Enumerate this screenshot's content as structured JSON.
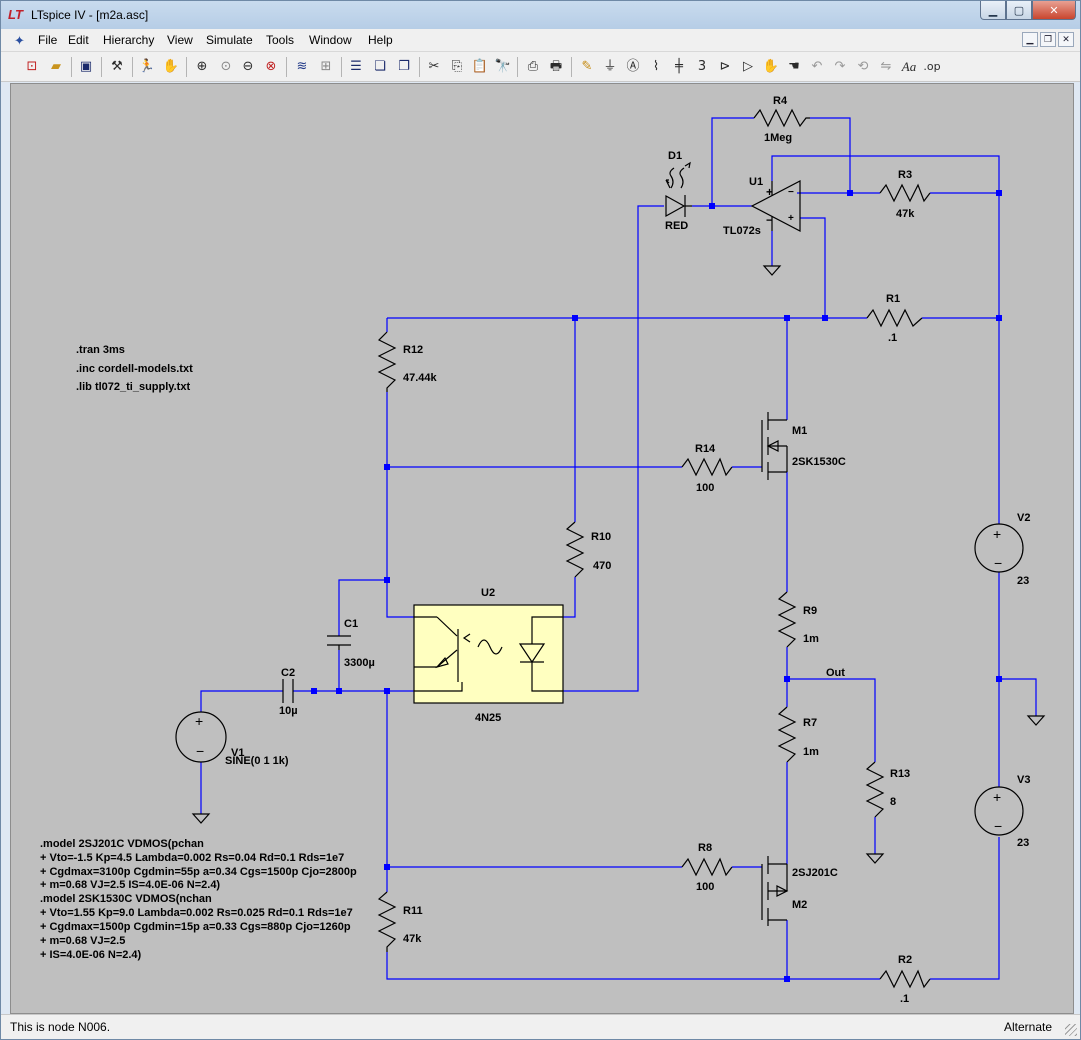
{
  "window": {
    "title": "LTspice IV - [m2a.asc]"
  },
  "menu": [
    {
      "label": "File"
    },
    {
      "label": "Edit"
    },
    {
      "label": "Hierarchy"
    },
    {
      "label": "View"
    },
    {
      "label": "Simulate"
    },
    {
      "label": "Tools"
    },
    {
      "label": "Window"
    },
    {
      "label": "Help"
    }
  ],
  "toolbar": {
    "groups": [
      [
        "new-schematic-icon",
        "open-folder-icon"
      ],
      [
        "save-icon"
      ],
      [
        "control-panel-icon",
        "run-icon",
        "halt-icon"
      ],
      [
        "zoom-in-icon",
        "pan-icon",
        "zoom-out-icon",
        "zoom-cancel-icon"
      ],
      [
        "waveform-autorange-icon",
        "waveform-delete-icon"
      ],
      [
        "tile-vertical-icon",
        "cascade-icon",
        "close-windows-icon"
      ],
      [
        "cut-icon",
        "copy-icon",
        "paste-icon",
        "find-icon"
      ],
      [
        "print-preview-icon",
        "print-icon"
      ],
      [
        "draw-wire-icon",
        "ground-icon",
        "label-net-icon",
        "resistor-icon",
        "capacitor-icon",
        "inductor-icon",
        "diode-icon",
        "component-icon",
        "move-icon",
        "drag-icon",
        "undo-icon",
        "redo-icon",
        "rotate-icon",
        "mirror-icon",
        "text-icon",
        "spice-directive-icon"
      ]
    ],
    "text_label": "Aa",
    "op_label": ".op"
  },
  "schematic": {
    "directives": [
      ".tran 3ms",
      ".inc cordell-models.txt",
      ".lib tl072_ti_supply.txt"
    ],
    "model_lines": [
      ".model 2SJ201C VDMOS(pchan",
      "+ Vto=-1.5 Kp=4.5 Lambda=0.002 Rs=0.04 Rd=0.1 Rds=1e7",
      "+ Cgdmax=3100p Cgdmin=55p a=0.34 Cgs=1500p Cjo=2800p",
      "+ m=0.68 VJ=2.5 IS=4.0E-06 N=2.4)",
      ".model 2SK1530C VDMOS(nchan",
      "+ Vto=1.55 Kp=9.0 Lambda=0.002 Rs=0.025 Rd=0.1 Rds=1e7",
      "+ Cgdmax=1500p Cgdmin=15p a=0.33 Cgs=880p Cjo=1260p",
      "+ m=0.68 VJ=2.5",
      "+ IS=4.0E-06 N=2.4)"
    ],
    "components": {
      "R4": {
        "name": "R4",
        "value": "1Meg"
      },
      "D1": {
        "name": "D1",
        "value": "RED"
      },
      "U1": {
        "name": "U1",
        "value": "TL072s"
      },
      "R3": {
        "name": "R3",
        "value": "47k"
      },
      "R1": {
        "name": "R1",
        "value": ".1"
      },
      "R12": {
        "name": "R12",
        "value": "47.44k"
      },
      "M1": {
        "name": "M1",
        "value": "2SK1530C"
      },
      "R14": {
        "name": "R14",
        "value": "100"
      },
      "R10": {
        "name": "R10",
        "value": "470"
      },
      "V2": {
        "name": "V2",
        "value": "23"
      },
      "U2": {
        "name": "U2",
        "value": "4N25"
      },
      "C1": {
        "name": "C1",
        "value": "3300µ"
      },
      "C2": {
        "name": "C2",
        "value": "10µ"
      },
      "R9": {
        "name": "R9",
        "value": "1m"
      },
      "V1": {
        "name": "V1",
        "value": "SINE(0 1 1k)"
      },
      "R7": {
        "name": "R7",
        "value": "1m"
      },
      "R13": {
        "name": "R13",
        "value": "8"
      },
      "V3": {
        "name": "V3",
        "value": "23"
      },
      "R8": {
        "name": "R8",
        "value": "100"
      },
      "M2": {
        "name": "M2",
        "value": "2SJ201C"
      },
      "R11": {
        "name": "R11",
        "value": "47k"
      },
      "R2": {
        "name": "R2",
        "value": ".1"
      }
    },
    "net_labels": {
      "out": "Out"
    },
    "colors": {
      "wire": "#0000ff",
      "canvas": "#bfbfbf",
      "optocoupler_fill": "#ffffc0"
    }
  },
  "status": {
    "left": "This is node N006.",
    "right": "Alternate"
  }
}
